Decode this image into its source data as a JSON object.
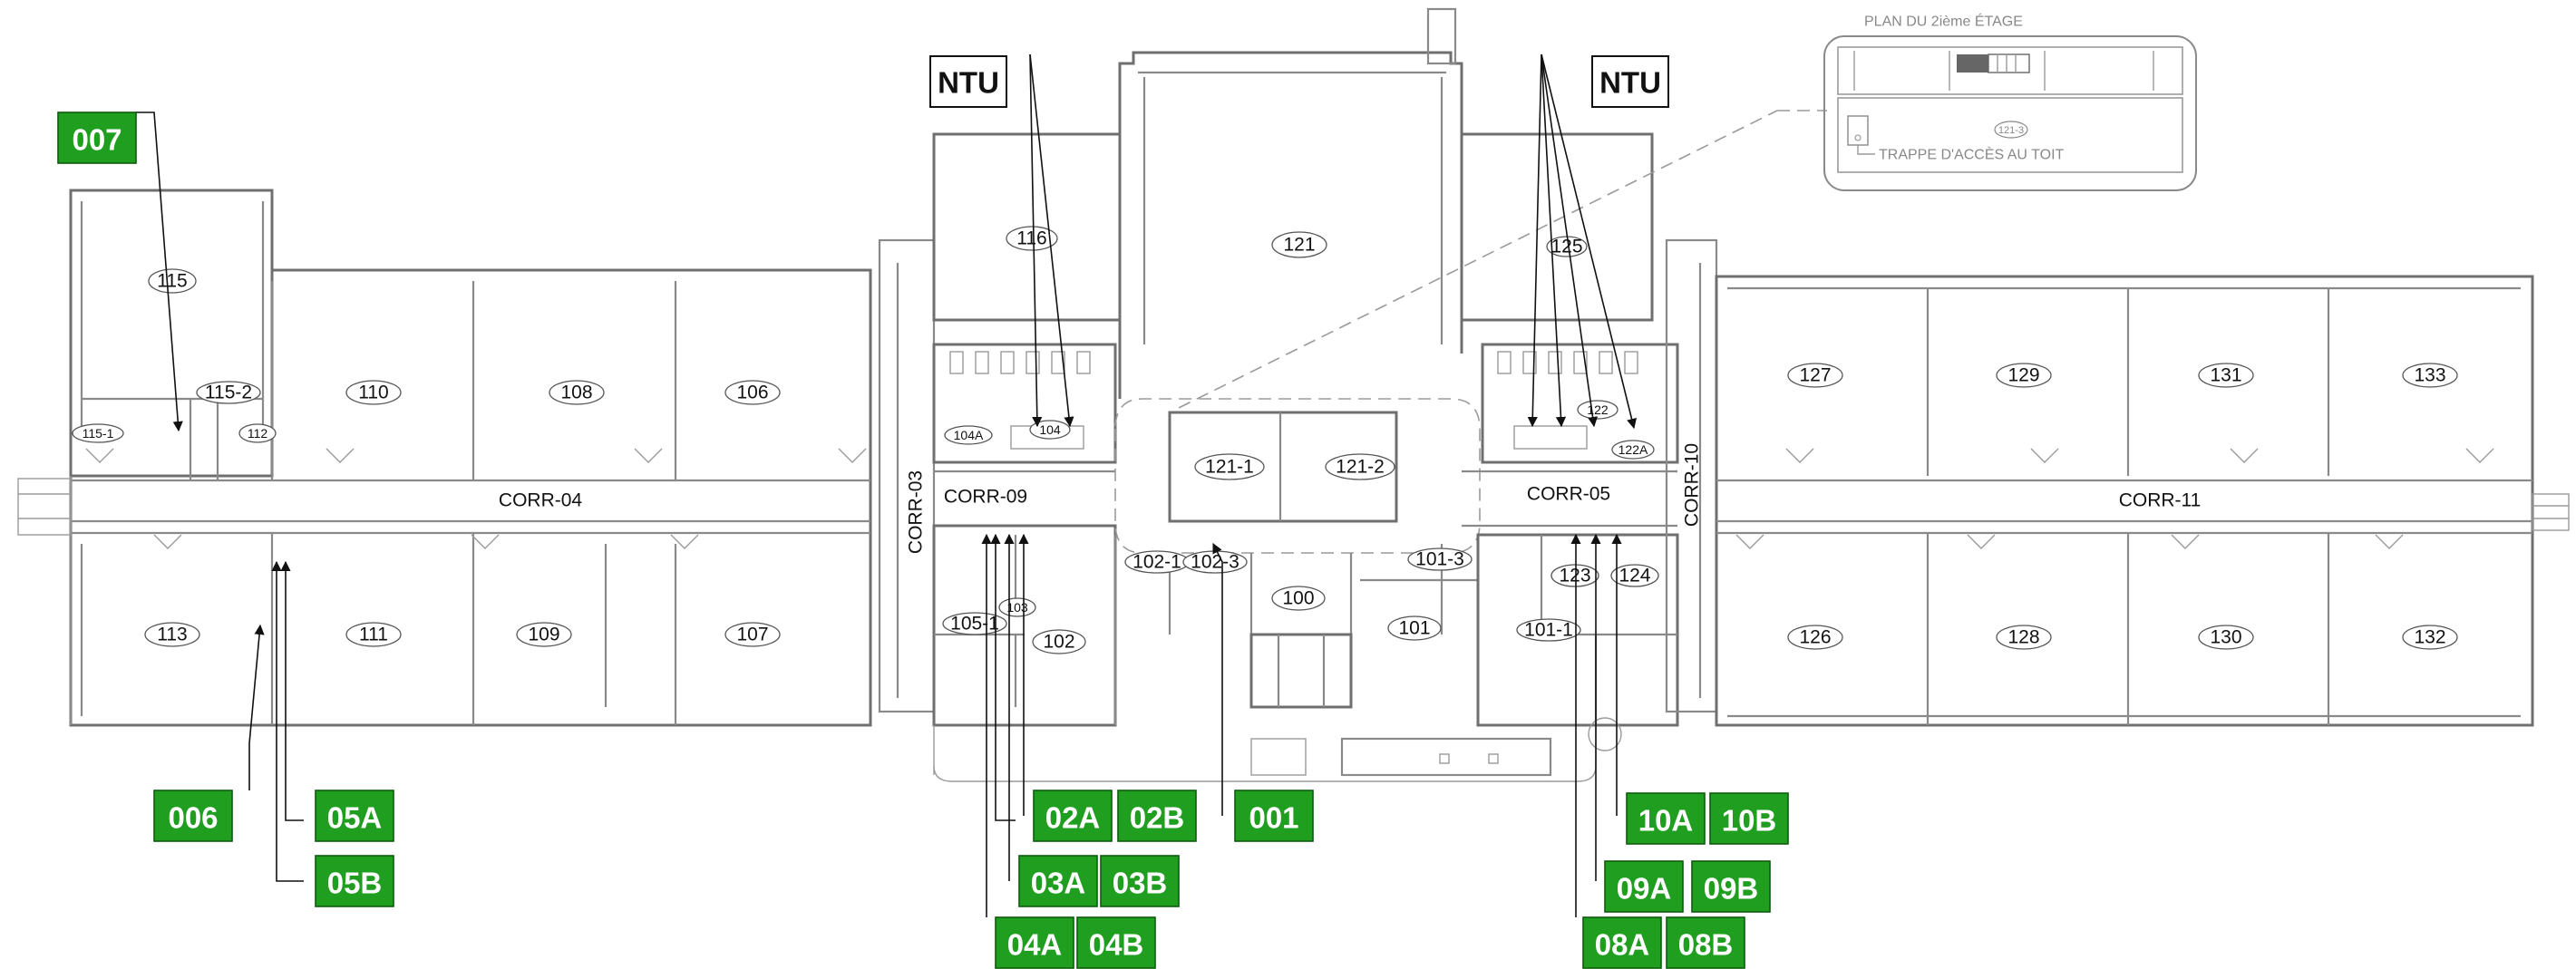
{
  "floorplan": {
    "rooms": [
      {
        "id": "115",
        "label": "115"
      },
      {
        "id": "115-2",
        "label": "115-2"
      },
      {
        "id": "115-1",
        "label": "115-1"
      },
      {
        "id": "112",
        "label": "112"
      },
      {
        "id": "110",
        "label": "110"
      },
      {
        "id": "108",
        "label": "108"
      },
      {
        "id": "106",
        "label": "106"
      },
      {
        "id": "113",
        "label": "113"
      },
      {
        "id": "111",
        "label": "111"
      },
      {
        "id": "109",
        "label": "109"
      },
      {
        "id": "107",
        "label": "107"
      },
      {
        "id": "116",
        "label": "116"
      },
      {
        "id": "104A",
        "label": "104A"
      },
      {
        "id": "104",
        "label": "104"
      },
      {
        "id": "121",
        "label": "121"
      },
      {
        "id": "121-1",
        "label": "121-1"
      },
      {
        "id": "121-2",
        "label": "121-2"
      },
      {
        "id": "105-1",
        "label": "105-1"
      },
      {
        "id": "102",
        "label": "102"
      },
      {
        "id": "102-1",
        "label": "102-1"
      },
      {
        "id": "102-3",
        "label": "102-3"
      },
      {
        "id": "100",
        "label": "100"
      },
      {
        "id": "101-3",
        "label": "101-3"
      },
      {
        "id": "101",
        "label": "101"
      },
      {
        "id": "101-1",
        "label": "101-1"
      },
      {
        "id": "125",
        "label": "125"
      },
      {
        "id": "122",
        "label": "122"
      },
      {
        "id": "122A",
        "label": "122A"
      },
      {
        "id": "123",
        "label": "123"
      },
      {
        "id": "124",
        "label": "124"
      },
      {
        "id": "127",
        "label": "127"
      },
      {
        "id": "129",
        "label": "129"
      },
      {
        "id": "131",
        "label": "131"
      },
      {
        "id": "133",
        "label": "133"
      },
      {
        "id": "126",
        "label": "126"
      },
      {
        "id": "128",
        "label": "128"
      },
      {
        "id": "130",
        "label": "130"
      },
      {
        "id": "132",
        "label": "132"
      },
      {
        "id": "103",
        "label": "103"
      }
    ],
    "corridors": [
      "CORR-04",
      "CORR-03",
      "CORR-09",
      "CORR-05",
      "CORR-10",
      "CORR-11"
    ],
    "tags": [
      "007",
      "006",
      "05A",
      "05B",
      "02A",
      "02B",
      "03A",
      "03B",
      "04A",
      "04B",
      "001",
      "10A",
      "10B",
      "09A",
      "09B",
      "08A",
      "08B"
    ],
    "ntu_label": "NTU",
    "inset": {
      "title": "PLAN DU 2ième ÉTAGE",
      "room": "121-3",
      "note": "TRAPPE D'ACCÈS AU TOIT"
    },
    "colors": {
      "tag_fill": "#1f9e1f",
      "wall": "#8a8a8a"
    }
  }
}
